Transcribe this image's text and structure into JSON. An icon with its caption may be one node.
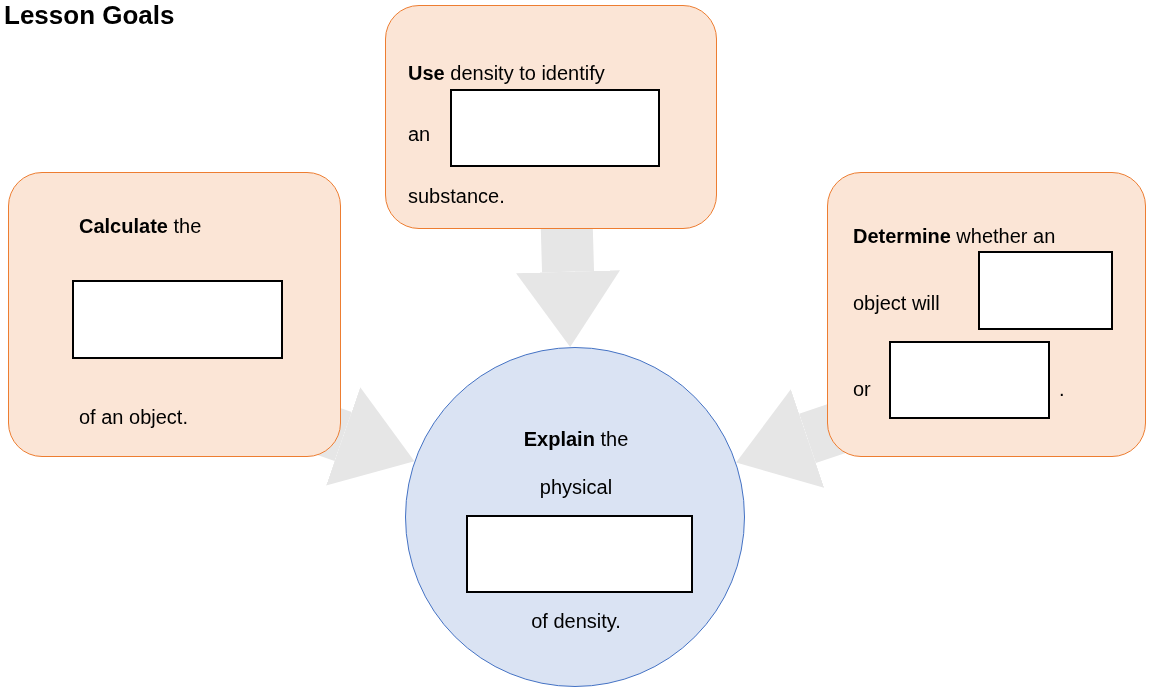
{
  "diagram": {
    "title": "Lesson Goals",
    "nodes": [
      {
        "text": [
          "**Use** density to identify",
          "an",
          "substance."
        ]
      },
      {
        "text": [
          "**Calculate** the",
          "of an object."
        ]
      },
      {
        "text": [
          "**Determine** whether an",
          "object will",
          "or",
          "."
        ]
      },
      {
        "text": [
          "**Explain** the",
          "physical",
          "of density."
        ]
      }
    ],
    "edges": [
      {
        "from": 0,
        "to": 3,
        "arrow": "to"
      },
      {
        "from": 1,
        "to": 3,
        "arrow": "to"
      },
      {
        "from": 2,
        "to": 3,
        "arrow": "to"
      }
    ]
  }
}
